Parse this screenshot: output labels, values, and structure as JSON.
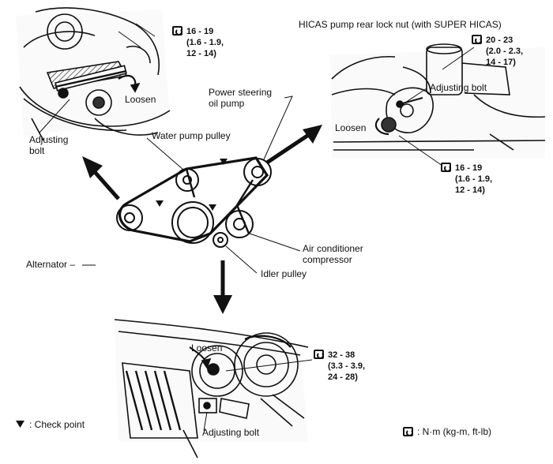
{
  "labels": {
    "hicas_title": "HICAS pump rear lock nut (with SUPER HICAS)",
    "adjusting_bolt": "Adjusting bolt",
    "adjusting_bolt_line1": "Adjusting",
    "adjusting_bolt_line2": "bolt",
    "loosen": "Loosen",
    "power_steering_line1": "Power steering",
    "power_steering_line2": "oil pump",
    "water_pump_pulley": "Water pump pulley",
    "alternator": "Alternator –",
    "ac_line1": "Air conditioner",
    "ac_line2": "compressor",
    "idler_pulley": "Idler pulley",
    "check_point": ": Check point",
    "torque_unit": ": N·m (kg-m, ft-lb)"
  },
  "torque_specs": {
    "alternator": {
      "line1": "16 - 19",
      "line2": "(1.6 - 1.9,",
      "line3": "12 - 14)"
    },
    "hicas_lock_nut": {
      "line1": "20 - 23",
      "line2": "(2.0 - 2.3,",
      "line3": "14 - 17)"
    },
    "power_steering": {
      "line1": "16 - 19",
      "line2": "(1.6 - 1.9,",
      "line3": "12 - 14)"
    },
    "compressor": {
      "line1": "32 - 38",
      "line2": "(3.3 - 3.9,",
      "line3": "24 - 28)"
    }
  },
  "icons": {
    "torque": "wrench-torque-icon",
    "check_point": "triangle-down-icon"
  }
}
